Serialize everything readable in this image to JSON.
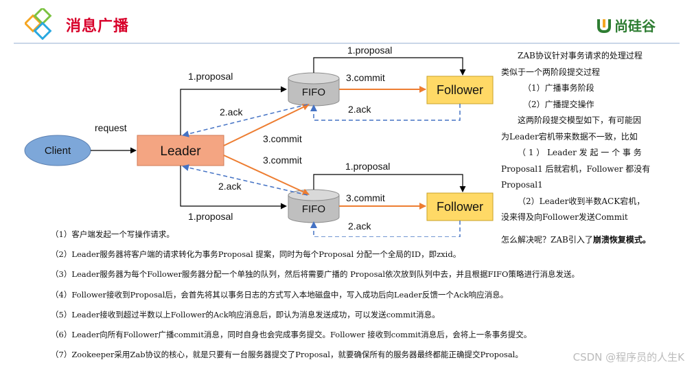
{
  "header": {
    "title": "消息广播",
    "brand": "尚硅谷"
  },
  "diagram": {
    "nodes": {
      "client": "Client",
      "leader": "Leader",
      "fifo_top": "FIFO",
      "fifo_bottom": "FIFO",
      "follower_top": "Follower",
      "follower_bottom": "Follower"
    },
    "labels": {
      "request": "request",
      "proposal_leader_top": "1.proposal",
      "proposal_top": "1.proposal",
      "ack_leader_top": "2.ack",
      "commit_fifo_top": "3.commit",
      "ack_follower_top": "2.ack",
      "commit_leader_top": "3.commit",
      "commit_leader_bottom": "3.commit",
      "proposal_bottom": "1.proposal",
      "ack_leader_bottom": "2.ack",
      "commit_fifo_bottom": "3.commit",
      "proposal_leader_bottom": "1.proposal",
      "ack_follower_bottom": "2.ack"
    },
    "colors": {
      "client": "#7da7d9",
      "leader": "#f4a582",
      "follower": "#ffd966",
      "fifo": "#bfbfbf",
      "commit_arrow": "#ed7d31",
      "ack_arrow": "#4472c4"
    }
  },
  "side": {
    "p1": "ZAB协议针对事务请求的处理过程",
    "p2": "类似于一个两阶段提交过程",
    "p3": "（1）广播事务阶段",
    "p4": "（2）广播提交操作",
    "p5": "这两阶段提交模型如下，有可能因",
    "p6": "为Leader宕机带来数据不一致，比如",
    "p7": "（ 1 ） Leader 发 起 一 个 事 务",
    "p8": "Proposal1 后就宕机，Follower 都没有",
    "p9": "Proposal1",
    "p10": "（2）Leader收到半数ACK宕机，",
    "p11": "没来得及向Follower发送Commit",
    "q_prefix": "怎么解决呢？ZAB引入了",
    "q_bold": "崩溃恢复模式。"
  },
  "steps": [
    "（1）客户端发起一个写操作请求。",
    "（2）Leader服务器将客户端的请求转化为事务Proposal 提案，同时为每个Proposal 分配一个全局的ID，即zxid。",
    "（3）Leader服务器为每个Follower服务器分配一个单独的队列，然后将需要广播的 Proposal依次放到队列中去，并且根据FIFO策略进行消息发送。",
    "（4）Follower接收到Proposal后，会首先将其以事务日志的方式写入本地磁盘中，写入成功后向Leader反馈一个Ack响应消息。",
    "（5）Leader接收到超过半数以上Follower的Ack响应消息后，即认为消息发送成功，可以发送commit消息。",
    "（6）Leader向所有Follower广播commit消息，同时自身也会完成事务提交。Follower 接收到commit消息后，会将上一条事务提交。",
    "（7）Zookeeper采用Zab协议的核心，就是只要有一台服务器提交了Proposal，就要确保所有的服务器最终都能正确提交Proposal。"
  ],
  "watermark": "CSDN @程序员的人生K"
}
